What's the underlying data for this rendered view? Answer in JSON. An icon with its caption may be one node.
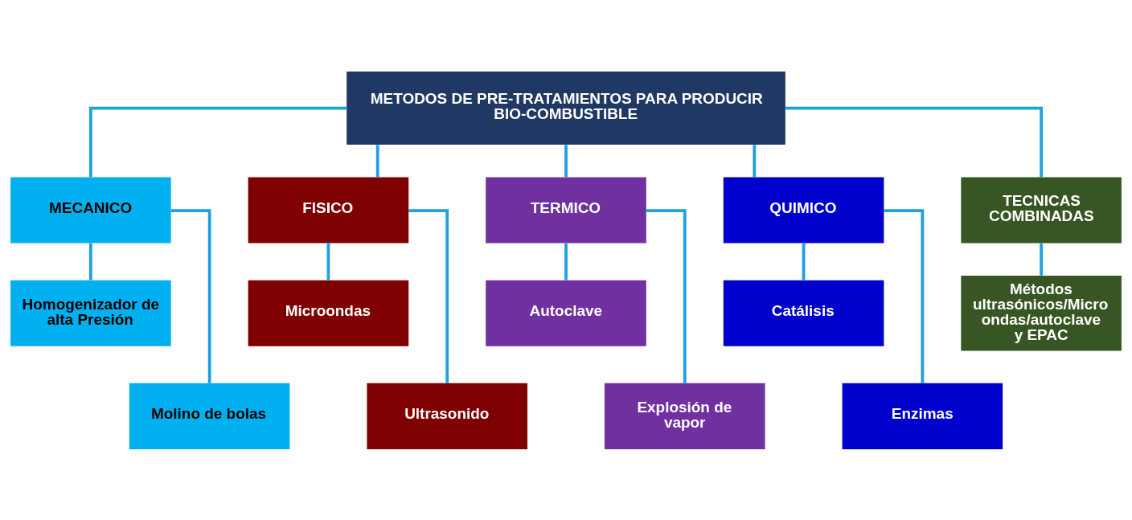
{
  "diagram": {
    "nodes": [
      {
        "text": [
          "METODOS DE PRE-TRATAMIENTOS PARA PRODUCIR BIO-COMBUSTIBLE"
        ]
      },
      {
        "text": [
          "MECANICO"
        ]
      },
      {
        "text": [
          "FISICO"
        ]
      },
      {
        "text": [
          "TERMICO"
        ]
      },
      {
        "text": [
          "QUIMICO"
        ]
      },
      {
        "text": [
          "TECNICAS COMBINADAS"
        ]
      },
      {
        "text": [
          "Homogenizador de alta Presión"
        ]
      },
      {
        "text": [
          "Molino de bolas"
        ]
      },
      {
        "text": [
          "Microondas"
        ]
      },
      {
        "text": [
          "Ultrasonido"
        ]
      },
      {
        "text": [
          "Autoclave"
        ]
      },
      {
        "text": [
          "Explosión de vapor"
        ]
      },
      {
        "text": [
          "Catálisis"
        ]
      },
      {
        "text": [
          "Enzimas"
        ]
      },
      {
        "text": [
          "Métodos ultrasónicos/Micro ondas/autoclave y EPAC"
        ]
      }
    ],
    "edges": [
      {
        "from": 0,
        "to": 1,
        "arrow": "none"
      },
      {
        "from": 0,
        "to": 2,
        "arrow": "none"
      },
      {
        "from": 0,
        "to": 3,
        "arrow": "none"
      },
      {
        "from": 0,
        "to": 4,
        "arrow": "none"
      },
      {
        "from": 0,
        "to": 5,
        "arrow": "none"
      },
      {
        "from": 1,
        "to": 6,
        "arrow": "none"
      },
      {
        "from": 1,
        "to": 7,
        "arrow": "none"
      },
      {
        "from": 2,
        "to": 8,
        "arrow": "none"
      },
      {
        "from": 2,
        "to": 9,
        "arrow": "none"
      },
      {
        "from": 3,
        "to": 10,
        "arrow": "none"
      },
      {
        "from": 3,
        "to": 11,
        "arrow": "none"
      },
      {
        "from": 4,
        "to": 12,
        "arrow": "none"
      },
      {
        "from": 4,
        "to": 13,
        "arrow": "none"
      },
      {
        "from": 5,
        "to": 14,
        "arrow": "none"
      }
    ]
  }
}
